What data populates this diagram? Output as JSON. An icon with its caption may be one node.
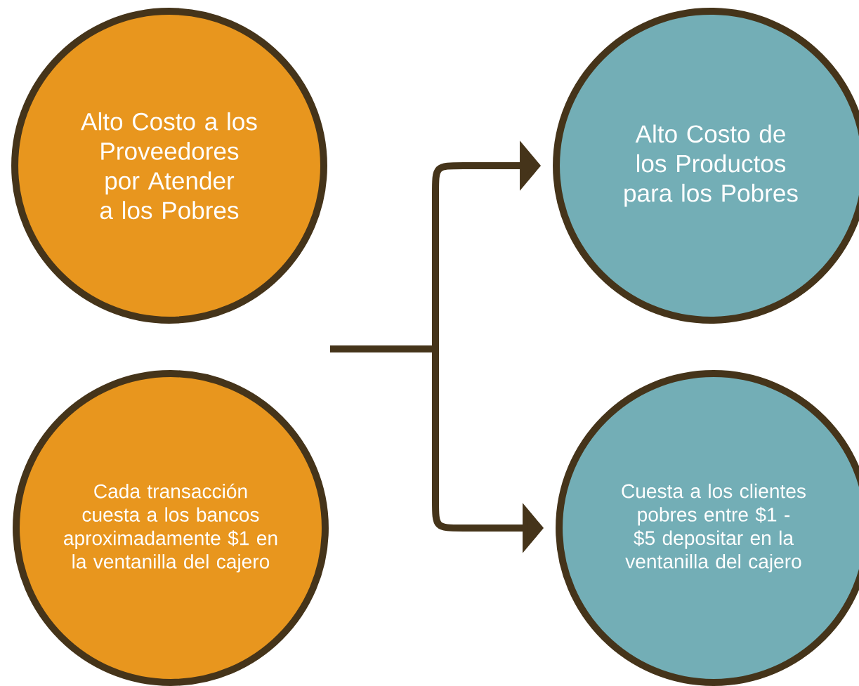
{
  "diagram": {
    "nodes": [
      {
        "text": [
          "Alto Costo a los Proveedores por Atender a los Pobres"
        ]
      },
      {
        "text": [
          "Cada transacción cuesta a los bancos aproximadamente $1 en la ventanilla del cajero"
        ]
      },
      {
        "text": [
          "Alto Costo de los Productos para los Pobres"
        ]
      },
      {
        "text": [
          "Cuesta a los clientes pobres entre $1 - $5 depositar en la ventanilla del cajero"
        ]
      }
    ],
    "edges": [
      {
        "from": null,
        "to": 2,
        "arrow": "to"
      },
      {
        "from": null,
        "to": 3,
        "arrow": "to"
      }
    ]
  }
}
